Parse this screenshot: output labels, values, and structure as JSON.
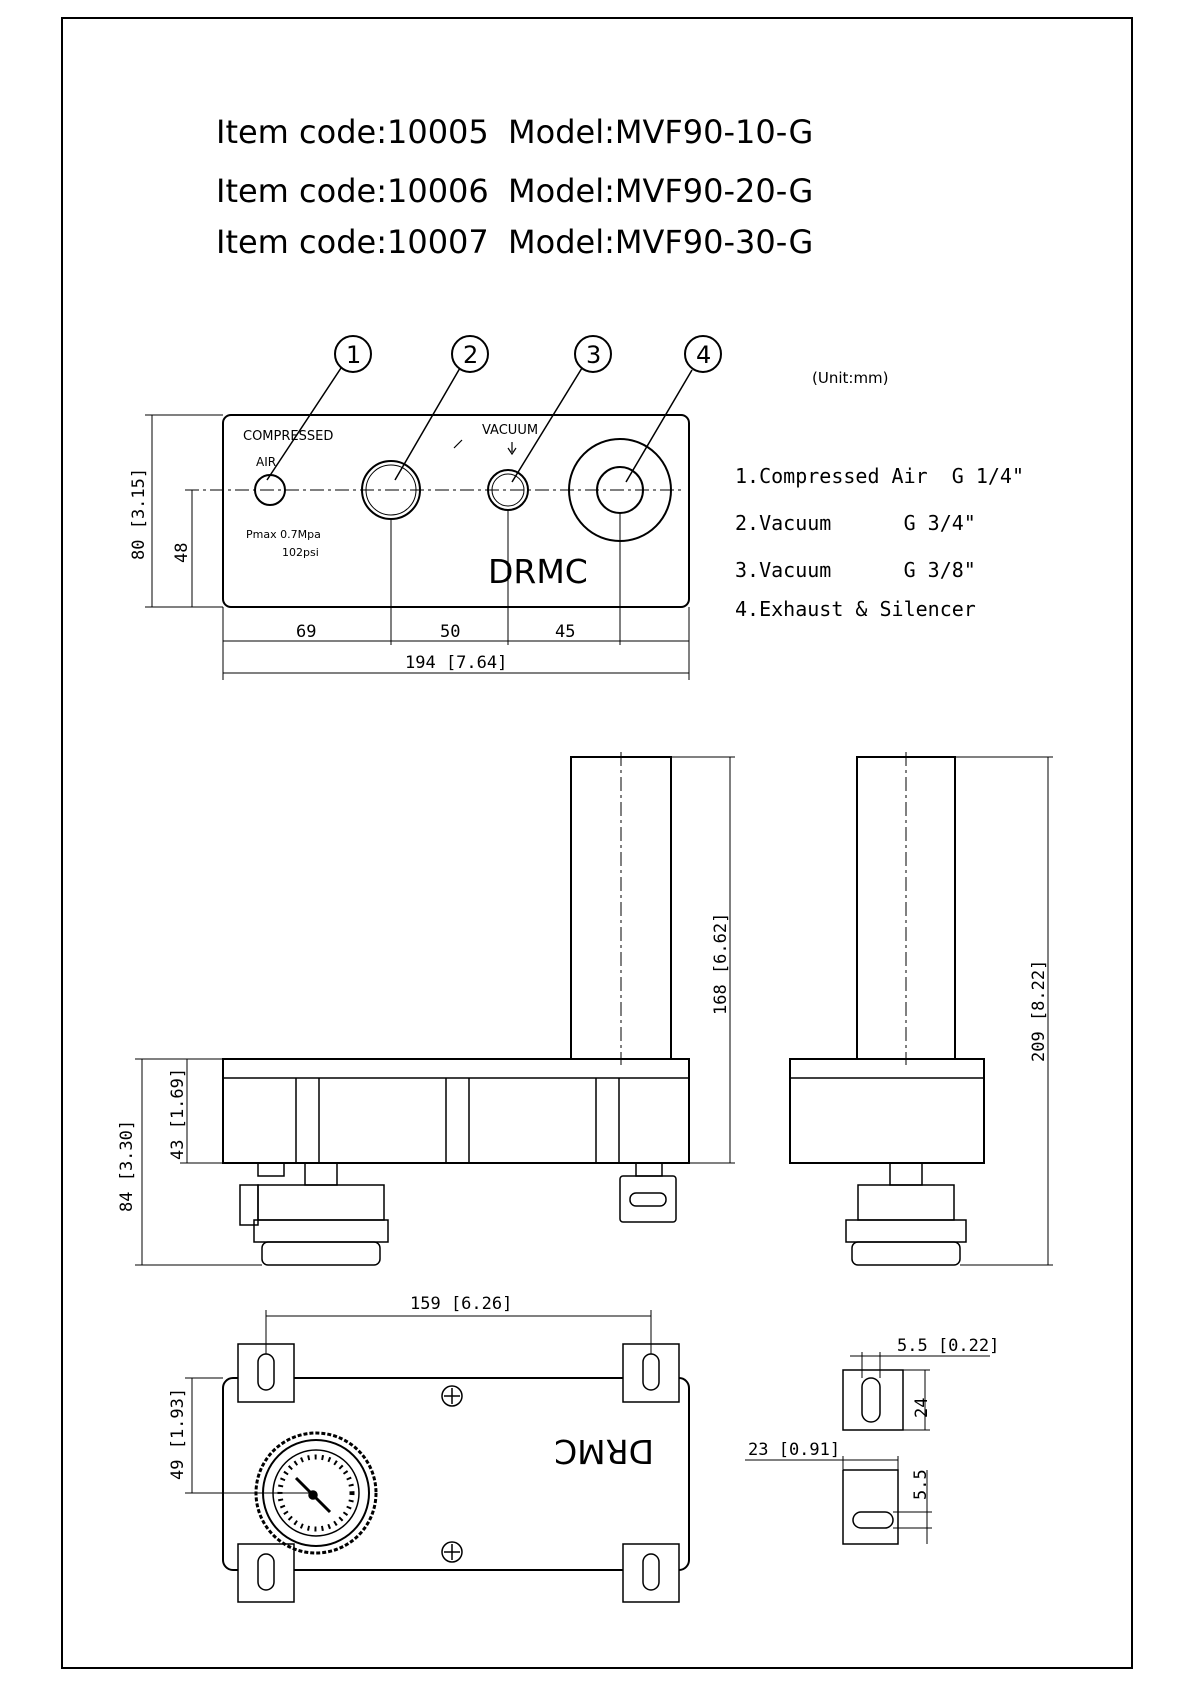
{
  "header": {
    "rows": [
      {
        "item": "Item code:10005",
        "model": "Model:MVF90-10-G"
      },
      {
        "item": "Item code:10006",
        "model": "Model:MVF90-20-G"
      },
      {
        "item": "Item code:10007",
        "model": "Model:MVF90-30-G"
      }
    ]
  },
  "unit_note": "(Unit:mm)",
  "front_view": {
    "callouts": [
      "1",
      "2",
      "3",
      "4"
    ],
    "compressed_label": "COMPRESSED",
    "air_label": "AIR",
    "vacuum_label": "VACUUM",
    "pmax_label": "Pmax 0.7Mpa",
    "psi_label": "102psi",
    "brand": "DRMC",
    "dims": {
      "height": "80 [3.15]",
      "port_height": "48",
      "d1": "69",
      "d2": "50",
      "d3": "45",
      "width": "194 [7.64]"
    }
  },
  "legend": [
    "1.Compressed Air  G 1/4\"",
    "2.Vacuum      G 3/4\"",
    "3.Vacuum      G 3/8\"",
    "4.Exhaust & Silencer"
  ],
  "side_view": {
    "dims": {
      "body_height": "43 [1.69]",
      "total_height": "84 [3.30]",
      "tube_height": "168 [6.62]",
      "overall_height": "209 [8.22]"
    }
  },
  "bottom_view": {
    "brand_mirrored": "DRMC",
    "dims": {
      "hole_spacing": "159 [6.26]",
      "gauge_offset": "49 [1.93]"
    }
  },
  "bracket_detail": {
    "dims": {
      "slot_width": "5.5 [0.22]",
      "bracket_height": "24",
      "bracket_depth": "23 [0.91]",
      "slot_height": "5.5"
    }
  }
}
